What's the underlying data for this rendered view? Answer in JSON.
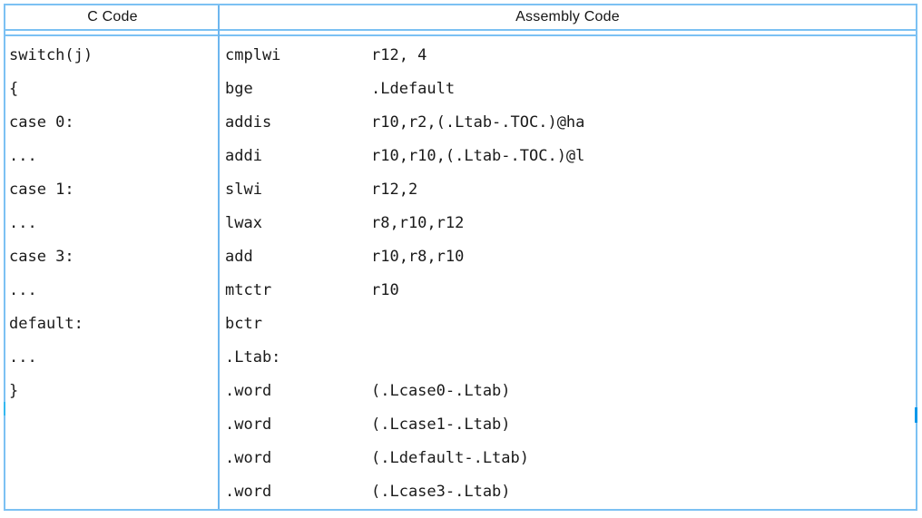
{
  "table": {
    "columns": [
      "C Code",
      "Assembly Code"
    ],
    "c_code": {
      "lines": [
        "switch(j)",
        "{",
        "case 0:",
        "...",
        "case 1:",
        "...",
        "case 3:",
        "...",
        "default:",
        "...",
        "}"
      ]
    },
    "assembly": {
      "rows": [
        {
          "mnemonic": "cmplwi",
          "operands": "r12, 4"
        },
        {
          "mnemonic": "bge",
          "operands": ".Ldefault"
        },
        {
          "mnemonic": "addis",
          "operands": "r10,r2,(.Ltab-.TOC.)@ha"
        },
        {
          "mnemonic": "addi",
          "operands": "r10,r10,(.Ltab-.TOC.)@l"
        },
        {
          "mnemonic": "slwi",
          "operands": "r12,2"
        },
        {
          "mnemonic": "lwax",
          "operands": "r8,r10,r12"
        },
        {
          "mnemonic": "add",
          "operands": "r10,r8,r10"
        },
        {
          "mnemonic": "mtctr",
          "operands": "r10"
        },
        {
          "mnemonic": "bctr",
          "operands": ""
        },
        {
          "mnemonic": ".Ltab:",
          "operands": ""
        },
        {
          "mnemonic": ".word",
          "operands": "(.Lcase0-.Ltab)"
        },
        {
          "mnemonic": ".word",
          "operands": "(.Lcase1-.Ltab)"
        },
        {
          "mnemonic": ".word",
          "operands": "(.Ldefault-.Ltab)"
        },
        {
          "mnemonic": ".word",
          "operands": "(.Lcase3-.Ltab)"
        }
      ]
    }
  },
  "colors": {
    "border_blue": "#7cc1f3",
    "divider_blue": "#6db6ef",
    "seam_left_blue": "#33b8f0",
    "seam_right_blue": "#0a98ea",
    "text": "#1a1a1a",
    "background": "#ffffff"
  }
}
